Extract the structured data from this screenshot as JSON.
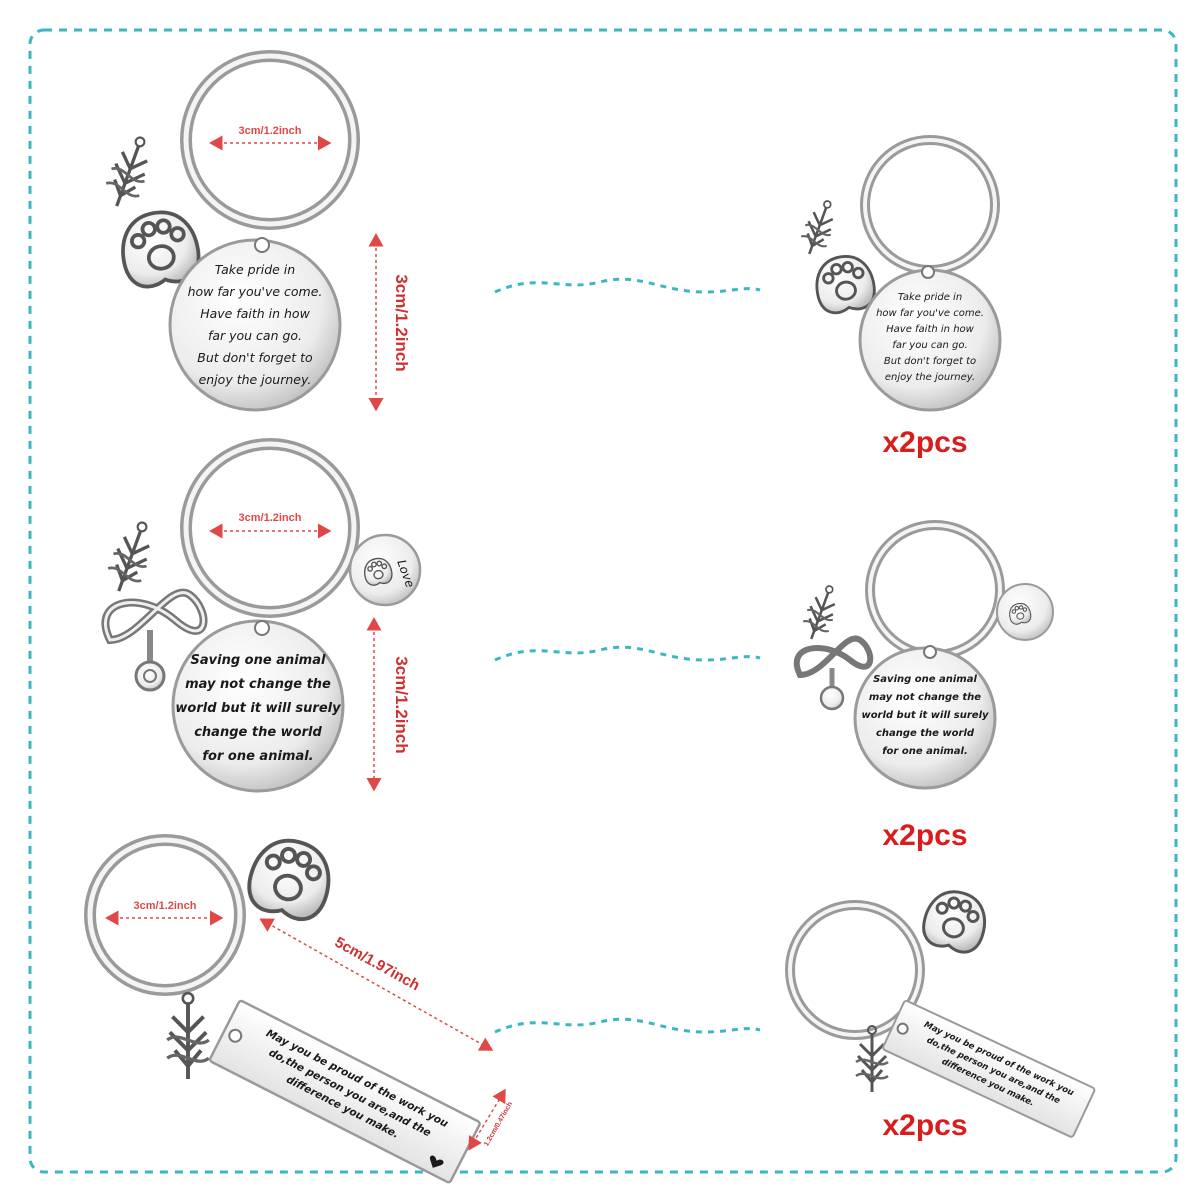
{
  "colors": {
    "border": "#3bb6c2",
    "wave": "#3bb6c2",
    "dimension": "#e04848",
    "quantity": "#d91c1c",
    "metal_light": "#f2f2f2",
    "metal_dark": "#8a8a8a"
  },
  "products": [
    {
      "ring_size": "3cm/1.2inch",
      "pendant_size": "3cm/1.2inch",
      "pendant_lines": [
        "Take pride in",
        "how far you've come.",
        "Have faith in how",
        "far you can go.",
        "But don't forget to",
        "enjoy the journey."
      ],
      "charms": [
        "caduceus-charm",
        "paw-charm"
      ],
      "quantity": "x2pcs"
    },
    {
      "ring_size": "3cm/1.2inch",
      "pendant_size": "3cm/1.2inch",
      "pendant_lines": [
        "Saving one animal",
        "may not change the",
        "world but it will surely",
        "change the world",
        "for one animal."
      ],
      "small_tag_text": "Love",
      "charms": [
        "caduceus-charm",
        "stethoscope-charm",
        "paw-love-tag"
      ],
      "quantity": "x2pcs"
    },
    {
      "ring_size": "3cm/1.2inch",
      "bar_length": "5cm/1.97inch",
      "bar_width": "1.2cm/0.47inch",
      "bar_lines": [
        "May you be proud of the work you",
        "do,the person you are,and the",
        "difference you make."
      ],
      "charms": [
        "paw-charm",
        "caduceus-charm"
      ],
      "quantity": "x2pcs"
    }
  ]
}
